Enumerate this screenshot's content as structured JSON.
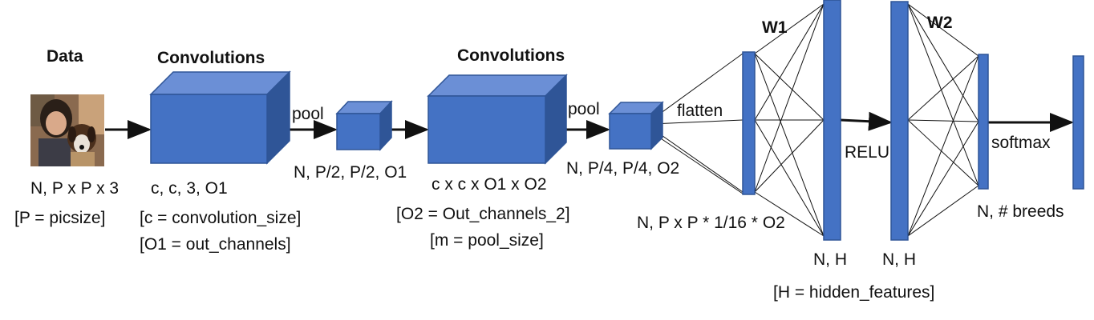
{
  "colors": {
    "block_front": "#4472c4",
    "block_top": "#6b8fd6",
    "block_side": "#2f5597",
    "line": "#111111"
  },
  "headings": {
    "data": "Data",
    "conv1": "Convolutions",
    "conv2": "Convolutions",
    "w1": "W1",
    "w2": "W2"
  },
  "ops": {
    "pool1": "pool",
    "pool2": "pool",
    "flatten": "flatten",
    "relu": "RELU",
    "softmax": "softmax"
  },
  "shapes": {
    "input": "N, P x P x 3",
    "conv1_kernel": "c, c, 3, O1",
    "pool1_out": "N, P/2, P/2, O1",
    "conv2_kernel": "c x c x O1 x O2",
    "pool2_out": "N, P/4, P/4, O2",
    "flat": "N, P x P * 1/16 * O2",
    "hidden1": "N, H",
    "hidden2": "N, H",
    "output": "N, # breeds"
  },
  "notes": {
    "picsize": "[P = picsize]",
    "conv_size": "[c = convolution_size]",
    "out_channels": "[O1 = out_channels]",
    "out_channels_2": "[O2 = Out_channels_2]",
    "pool_size": "[m = pool_size]",
    "hidden_features": "[H = hidden_features]"
  },
  "image": {
    "subject": "person-with-dog-photo"
  }
}
